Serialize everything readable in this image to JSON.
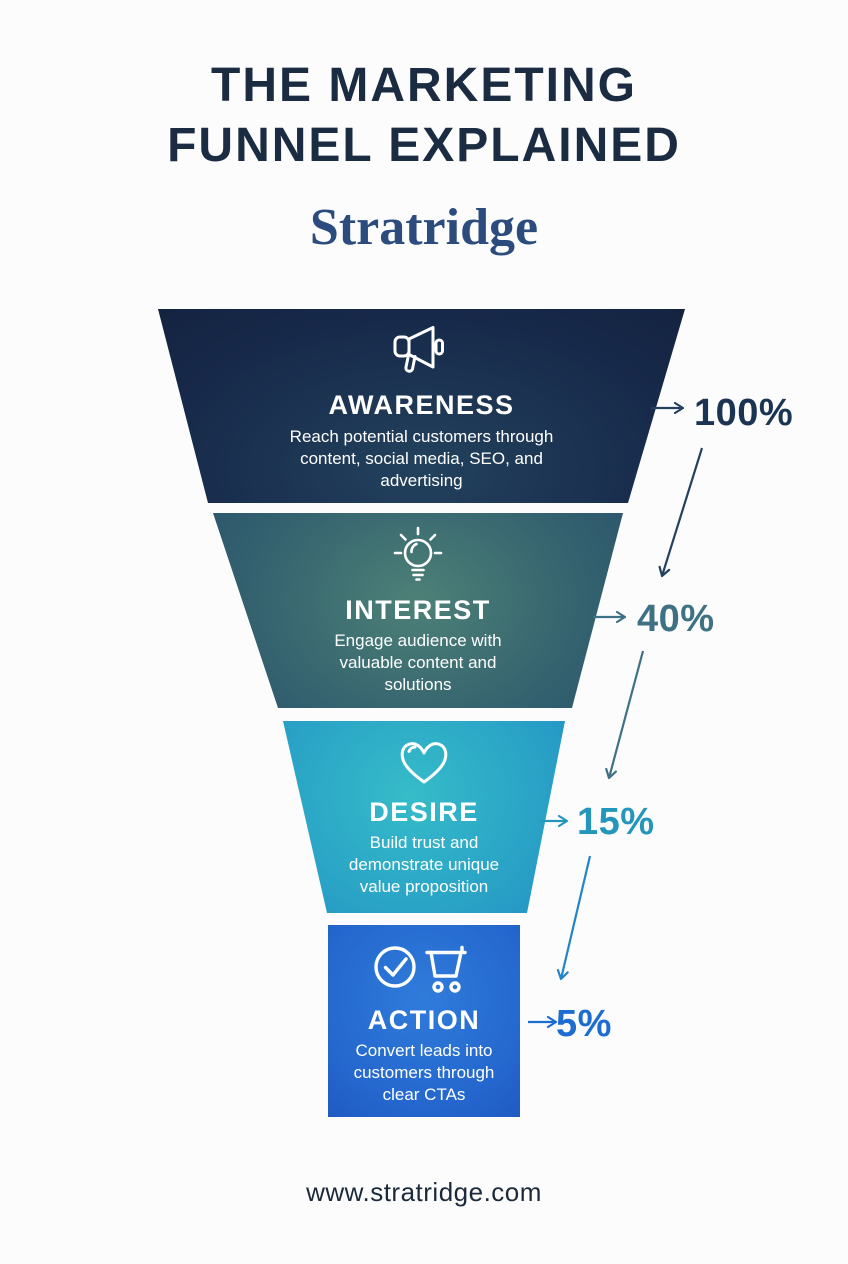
{
  "title": {
    "line1": "THE MARKETING",
    "line2": "FUNNEL EXPLAINED"
  },
  "brand": {
    "name": "Stratridge"
  },
  "funnel": {
    "stages": [
      {
        "name": "AWARENESS",
        "description": "Reach potential customers through content, social media, SEO, and advertising",
        "percent": "100%",
        "icon": "megaphone-icon",
        "fill_center": "#22425d",
        "fill_edge": "#121e38",
        "percent_color": "#1c3454"
      },
      {
        "name": "INTEREST",
        "description": "Engage audience with valuable content and solutions",
        "percent": "40%",
        "icon": "lightbulb-icon",
        "fill_center": "#4d8177",
        "fill_edge": "#27506b",
        "percent_color": "#3d7183"
      },
      {
        "name": "DESIRE",
        "description": "Build trust and demonstrate unique value proposition",
        "percent": "15%",
        "icon": "heart-icon",
        "fill_center": "#36bcc9",
        "fill_edge": "#2088c4",
        "percent_color": "#2496bc"
      },
      {
        "name": "ACTION",
        "description": "Convert leads into customers through clear CTAs",
        "percent": "5%",
        "icon": "check-circle-and-cart-icon",
        "fill_center": "#2f7cdb",
        "fill_edge": "#1b53ba",
        "percent_color": "#1d6cd0"
      }
    ]
  },
  "footer": {
    "url": "www.stratridge.com"
  },
  "colors": {
    "title_text": "#1a2b42",
    "brand_text": "#2c4c7d",
    "stage_text": "#ffffff",
    "arrow_navy": "#24415f",
    "arrow_teal": "#3d7183",
    "arrow_cyan": "#2496bc",
    "arrow_mid_blue": "#2285c8",
    "arrow_blue": "#1d6cd0",
    "background": "#fcfcfc"
  }
}
